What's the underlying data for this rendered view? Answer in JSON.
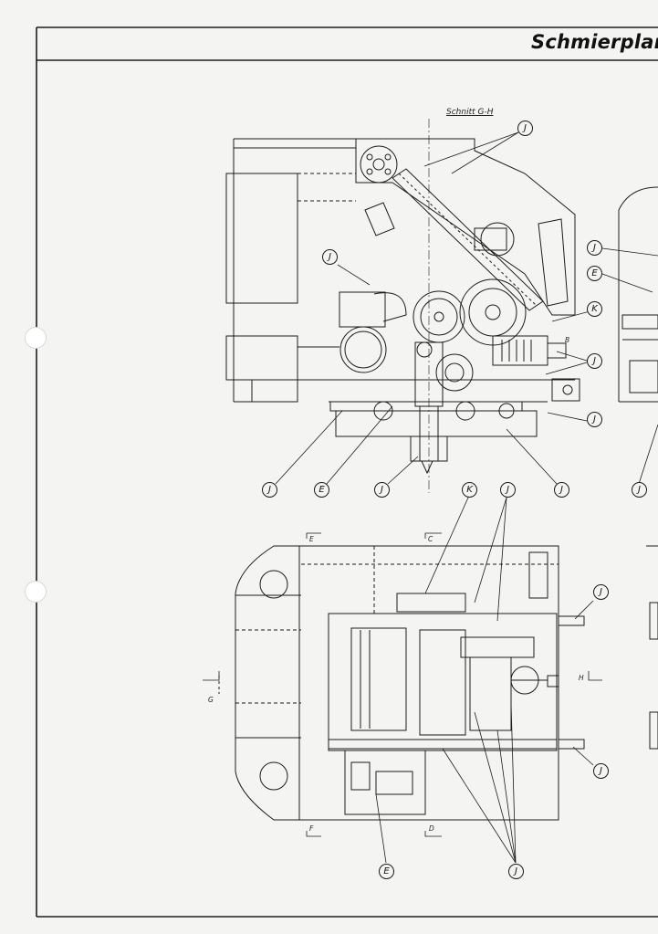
{
  "title": "Schmierplan",
  "section_label": "Schnitt G-H",
  "section_markers": {
    "e": "E",
    "c": "C",
    "g": "G",
    "h": "H",
    "f": "F",
    "d": "D",
    "b": "B"
  },
  "callouts": [
    {
      "id": "c1",
      "letter": "J"
    },
    {
      "id": "c2",
      "letter": "J"
    },
    {
      "id": "c3",
      "letter": "J"
    },
    {
      "id": "c4",
      "letter": "E"
    },
    {
      "id": "c5",
      "letter": "K"
    },
    {
      "id": "c6",
      "letter": "J"
    },
    {
      "id": "c7",
      "letter": "J"
    },
    {
      "id": "c8",
      "letter": "J"
    },
    {
      "id": "c9",
      "letter": "E"
    },
    {
      "id": "c10",
      "letter": "J"
    },
    {
      "id": "c11",
      "letter": "K"
    },
    {
      "id": "c12",
      "letter": "J"
    },
    {
      "id": "c13",
      "letter": "J"
    },
    {
      "id": "c14",
      "letter": "J"
    },
    {
      "id": "c15",
      "letter": "J"
    },
    {
      "id": "c16",
      "letter": "J"
    },
    {
      "id": "c17",
      "letter": "E"
    },
    {
      "id": "c18",
      "letter": "J"
    }
  ]
}
